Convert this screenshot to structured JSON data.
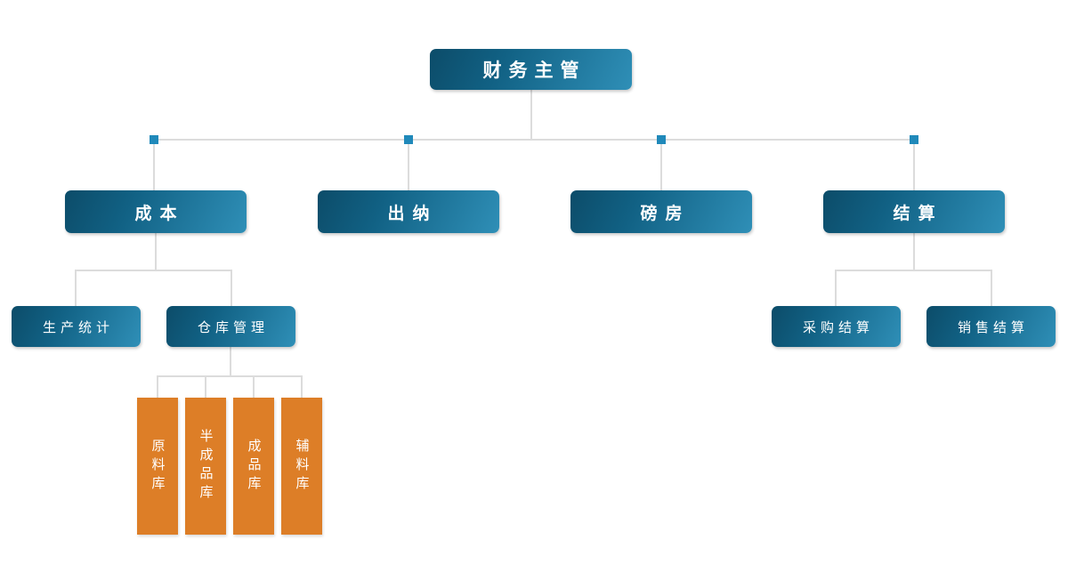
{
  "colors": {
    "blue_node_gradient_start": "#0c4c69",
    "blue_node_gradient_end": "#2f8fb7",
    "orange_node": "#dd7e27",
    "connector_line": "#dcdcdc",
    "junction_marker": "#2089ba",
    "node_text": "#ffffff",
    "background": "#ffffff"
  },
  "org": {
    "root": {
      "label": "财务主管"
    },
    "departments": [
      {
        "label": "成本",
        "children": [
          {
            "label": "生产统计"
          },
          {
            "label": "仓库管理",
            "children": [
              {
                "label": "原料库"
              },
              {
                "label": "半成品库"
              },
              {
                "label": "成品库"
              },
              {
                "label": "辅料库"
              }
            ]
          }
        ]
      },
      {
        "label": "出纳"
      },
      {
        "label": "磅房"
      },
      {
        "label": "结算",
        "children": [
          {
            "label": "采购结算"
          },
          {
            "label": "销售结算"
          }
        ]
      }
    ]
  }
}
